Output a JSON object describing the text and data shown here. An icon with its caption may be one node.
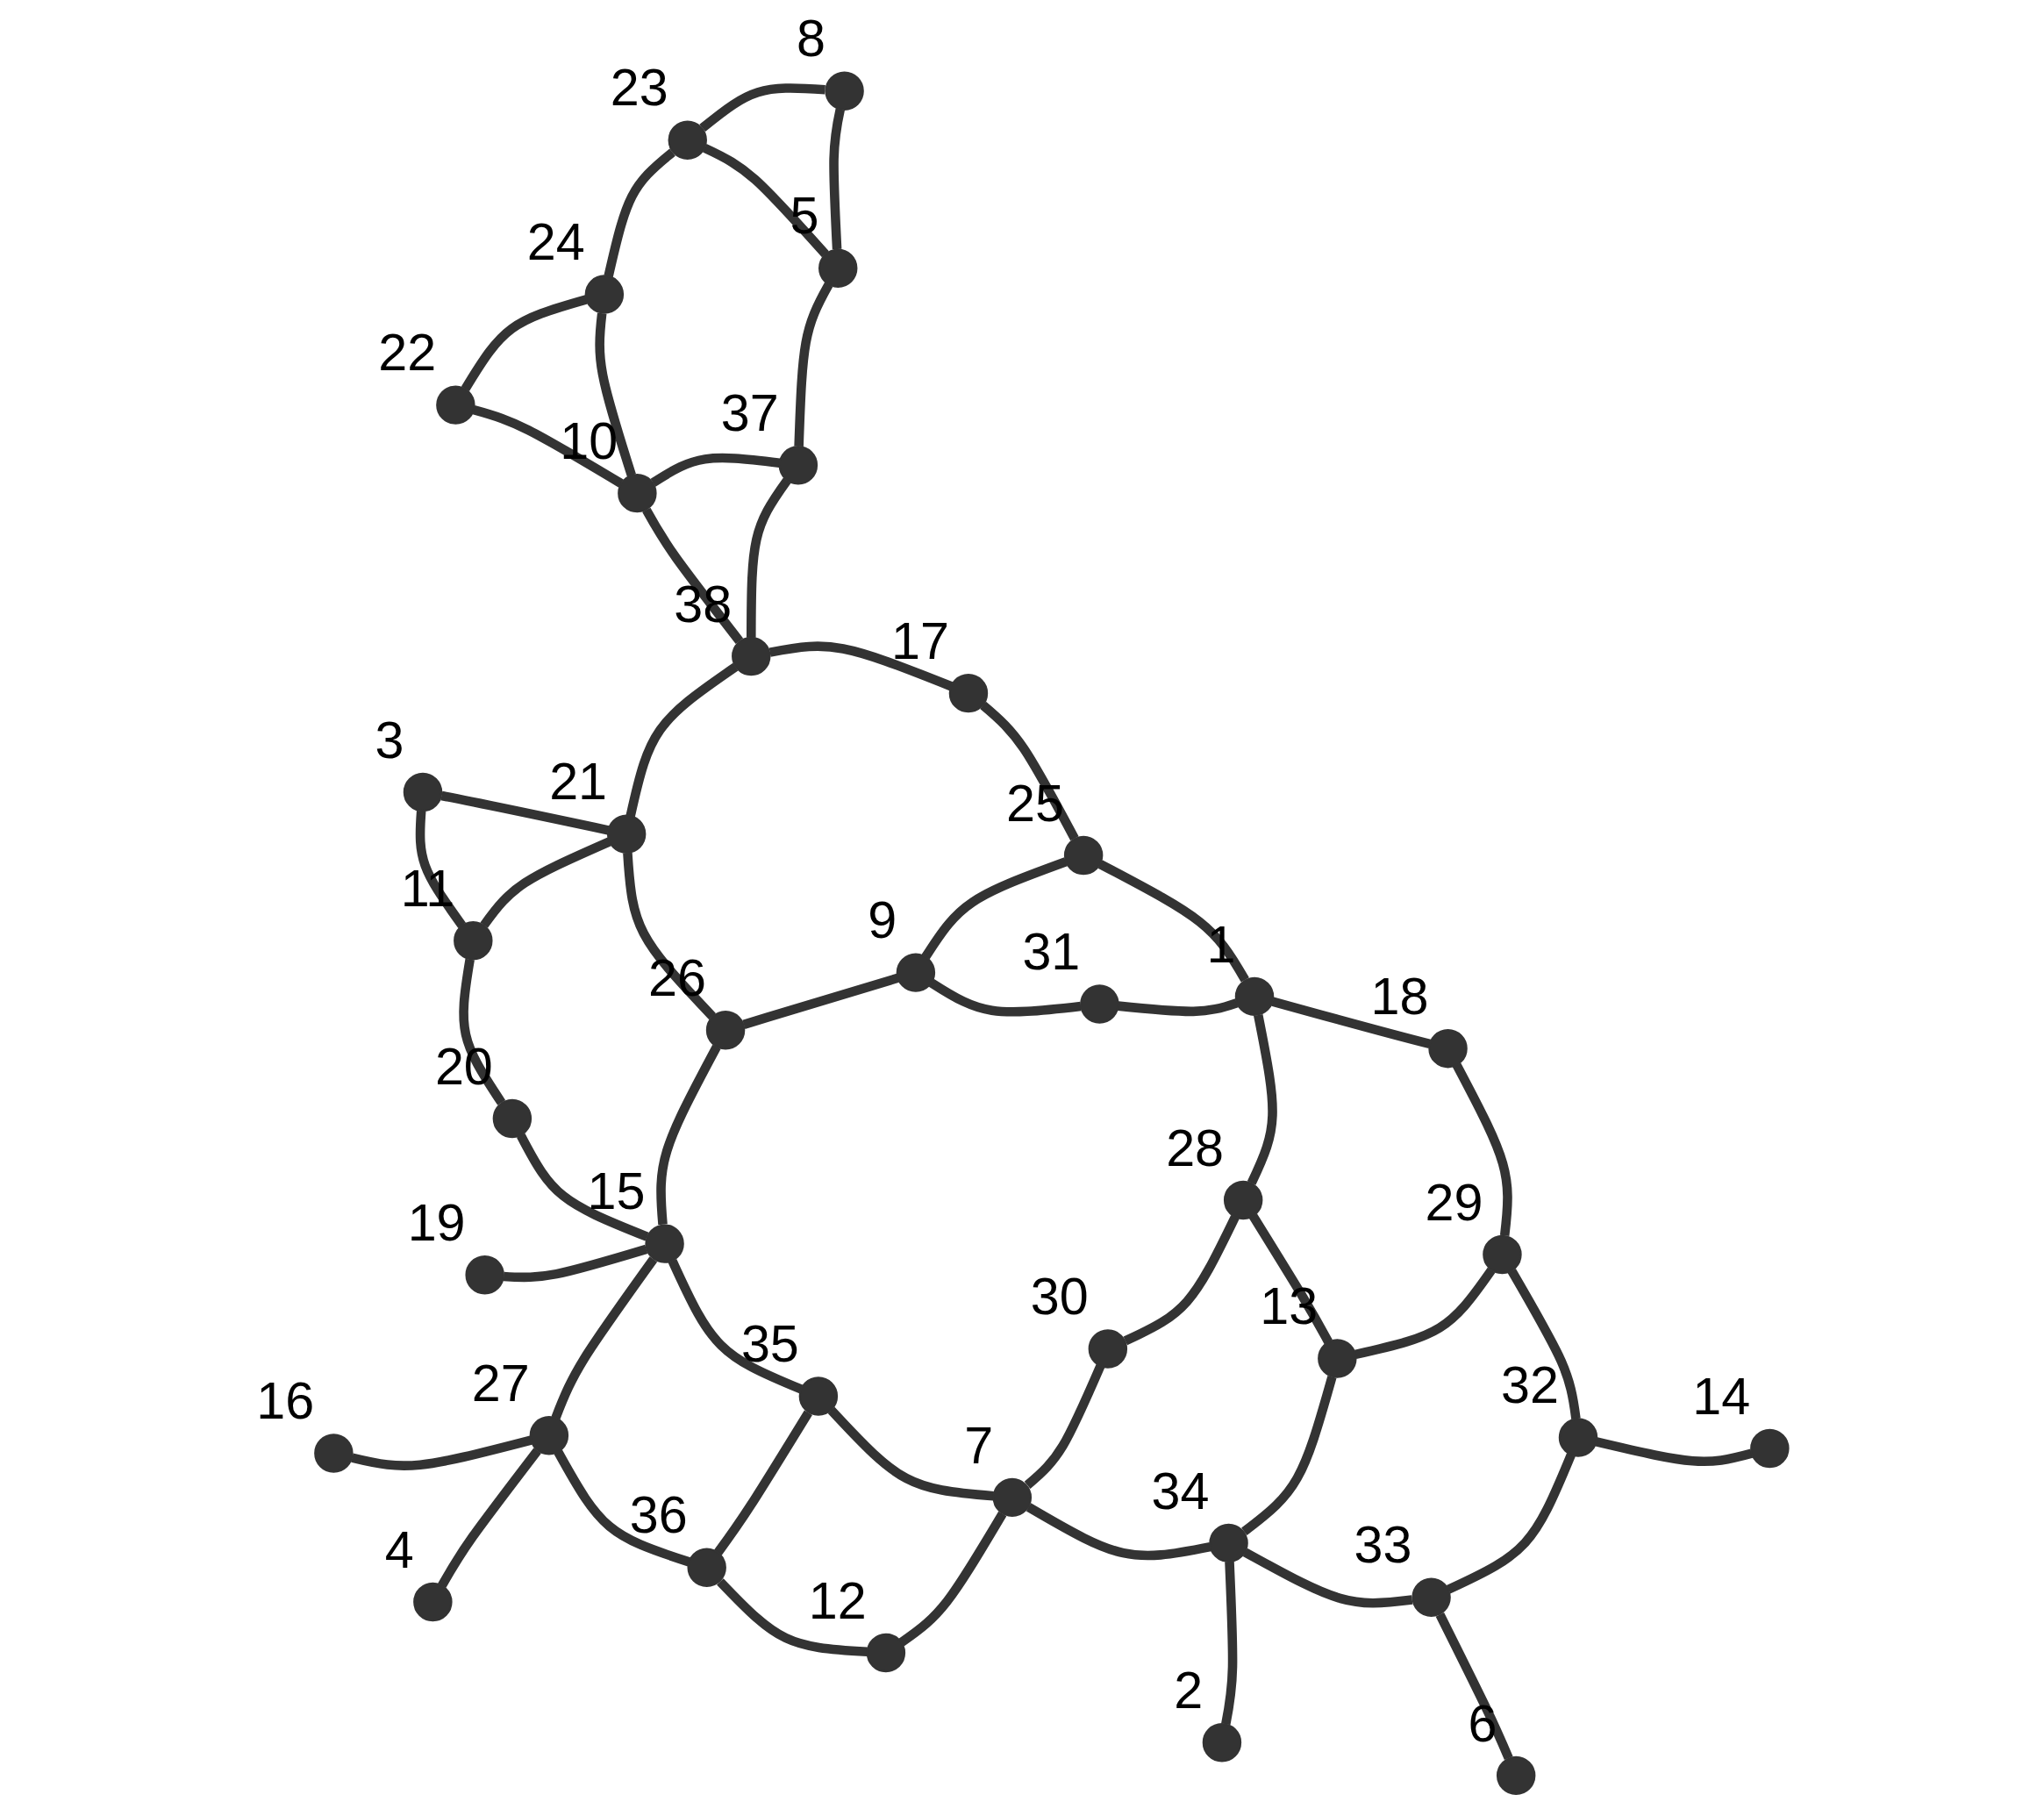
{
  "diagram": {
    "nodes": [
      {
        "text": [],
        "shape": "circle",
        "beside": [
          "1"
        ]
      },
      {
        "text": [],
        "shape": "circle",
        "beside": [
          "2"
        ]
      },
      {
        "text": [],
        "shape": "circle",
        "beside": [
          "3"
        ]
      },
      {
        "text": [],
        "shape": "circle",
        "beside": [
          "4"
        ]
      },
      {
        "text": [],
        "shape": "circle",
        "beside": [
          "5"
        ]
      },
      {
        "text": [],
        "shape": "circle",
        "beside": [
          "6"
        ]
      },
      {
        "text": [],
        "shape": "circle",
        "beside": [
          "7"
        ]
      },
      {
        "text": [],
        "shape": "circle",
        "beside": [
          "8"
        ]
      },
      {
        "text": [],
        "shape": "circle",
        "beside": [
          "9"
        ]
      },
      {
        "text": [],
        "shape": "circle",
        "beside": [
          "10"
        ]
      },
      {
        "text": [],
        "shape": "circle",
        "beside": [
          "11"
        ]
      },
      {
        "text": [],
        "shape": "circle",
        "beside": [
          "12"
        ]
      },
      {
        "text": [],
        "shape": "circle",
        "beside": [
          "13"
        ]
      },
      {
        "text": [],
        "shape": "circle",
        "beside": [
          "14"
        ]
      },
      {
        "text": [],
        "shape": "circle",
        "beside": [
          "15"
        ]
      },
      {
        "text": [],
        "shape": "circle",
        "beside": [
          "16"
        ]
      },
      {
        "text": [],
        "shape": "circle",
        "beside": [
          "17"
        ]
      },
      {
        "text": [],
        "shape": "circle",
        "beside": [
          "18"
        ]
      },
      {
        "text": [],
        "shape": "circle",
        "beside": [
          "19"
        ]
      },
      {
        "text": [],
        "shape": "circle",
        "beside": [
          "20"
        ]
      },
      {
        "text": [],
        "shape": "circle",
        "beside": [
          "21"
        ]
      },
      {
        "text": [],
        "shape": "circle",
        "beside": [
          "22"
        ]
      },
      {
        "text": [],
        "shape": "circle",
        "beside": [
          "23"
        ]
      },
      {
        "text": [],
        "shape": "circle",
        "beside": [
          "24"
        ]
      },
      {
        "text": [],
        "shape": "circle",
        "beside": [
          "25"
        ]
      },
      {
        "text": [],
        "shape": "circle",
        "beside": [
          "26"
        ]
      },
      {
        "text": [],
        "shape": "circle",
        "beside": [
          "27"
        ]
      },
      {
        "text": [],
        "shape": "circle",
        "beside": [
          "28"
        ]
      },
      {
        "text": [],
        "shape": "circle",
        "beside": [
          "29"
        ]
      },
      {
        "text": [],
        "shape": "circle",
        "beside": [
          "30"
        ]
      },
      {
        "text": [],
        "shape": "circle",
        "beside": [
          "31"
        ]
      },
      {
        "text": [],
        "shape": "circle",
        "beside": [
          "32"
        ]
      },
      {
        "text": [],
        "shape": "circle",
        "beside": [
          "33"
        ]
      },
      {
        "text": [],
        "shape": "circle",
        "beside": [
          "34"
        ]
      },
      {
        "text": [],
        "shape": "circle",
        "beside": [
          "35"
        ]
      },
      {
        "text": [],
        "shape": "circle",
        "beside": [
          "36"
        ]
      },
      {
        "text": [],
        "shape": "circle",
        "beside": [
          "37"
        ]
      },
      {
        "text": [],
        "shape": "circle",
        "beside": [
          "38"
        ]
      }
    ],
    "edges": [
      {
        "from": 36,
        "to": 4,
        "arrow": "none"
      },
      {
        "from": 36,
        "to": 9,
        "arrow": "none"
      },
      {
        "from": 36,
        "to": 37,
        "arrow": "none"
      },
      {
        "from": 4,
        "to": 7,
        "arrow": "none"
      },
      {
        "from": 4,
        "to": 22,
        "arrow": "none"
      },
      {
        "from": 7,
        "to": 22,
        "arrow": "none"
      },
      {
        "from": 22,
        "to": 23,
        "arrow": "none"
      },
      {
        "from": 23,
        "to": 9,
        "arrow": "none"
      },
      {
        "from": 23,
        "to": 21,
        "arrow": "none"
      },
      {
        "from": 9,
        "to": 37,
        "arrow": "none"
      },
      {
        "from": 9,
        "to": 21,
        "arrow": "none"
      },
      {
        "from": 0,
        "to": 24,
        "arrow": "none"
      },
      {
        "from": 0,
        "to": 30,
        "arrow": "none"
      },
      {
        "from": 0,
        "to": 27,
        "arrow": "none"
      },
      {
        "from": 0,
        "to": 17,
        "arrow": "none"
      },
      {
        "from": 37,
        "to": 16,
        "arrow": "none"
      },
      {
        "from": 37,
        "to": 20,
        "arrow": "none"
      },
      {
        "from": 16,
        "to": 24,
        "arrow": "none"
      },
      {
        "from": 24,
        "to": 8,
        "arrow": "none"
      },
      {
        "from": 8,
        "to": 25,
        "arrow": "none"
      },
      {
        "from": 8,
        "to": 30,
        "arrow": "none"
      },
      {
        "from": 2,
        "to": 20,
        "arrow": "none"
      },
      {
        "from": 2,
        "to": 10,
        "arrow": "none"
      },
      {
        "from": 10,
        "to": 20,
        "arrow": "none"
      },
      {
        "from": 10,
        "to": 19,
        "arrow": "none"
      },
      {
        "from": 20,
        "to": 25,
        "arrow": "none"
      },
      {
        "from": 25,
        "to": 14,
        "arrow": "none"
      },
      {
        "from": 19,
        "to": 14,
        "arrow": "none"
      },
      {
        "from": 18,
        "to": 14,
        "arrow": "none"
      },
      {
        "from": 14,
        "to": 26,
        "arrow": "none"
      },
      {
        "from": 14,
        "to": 34,
        "arrow": "none"
      },
      {
        "from": 26,
        "to": 15,
        "arrow": "none"
      },
      {
        "from": 26,
        "to": 3,
        "arrow": "none"
      },
      {
        "from": 26,
        "to": 35,
        "arrow": "none"
      },
      {
        "from": 34,
        "to": 35,
        "arrow": "none"
      },
      {
        "from": 34,
        "to": 6,
        "arrow": "none"
      },
      {
        "from": 35,
        "to": 11,
        "arrow": "none"
      },
      {
        "from": 6,
        "to": 11,
        "arrow": "none"
      },
      {
        "from": 6,
        "to": 29,
        "arrow": "none"
      },
      {
        "from": 6,
        "to": 33,
        "arrow": "none"
      },
      {
        "from": 33,
        "to": 1,
        "arrow": "none"
      },
      {
        "from": 27,
        "to": 29,
        "arrow": "none"
      },
      {
        "from": 27,
        "to": 12,
        "arrow": "none"
      },
      {
        "from": 12,
        "to": 28,
        "arrow": "none"
      },
      {
        "from": 12,
        "to": 33,
        "arrow": "none"
      },
      {
        "from": 17,
        "to": 28,
        "arrow": "none"
      },
      {
        "from": 28,
        "to": 31,
        "arrow": "none"
      },
      {
        "from": 33,
        "to": 32,
        "arrow": "none"
      },
      {
        "from": 32,
        "to": 31,
        "arrow": "none"
      },
      {
        "from": 32,
        "to": 5,
        "arrow": "none"
      },
      {
        "from": 31,
        "to": 13,
        "arrow": "none"
      }
    ]
  }
}
